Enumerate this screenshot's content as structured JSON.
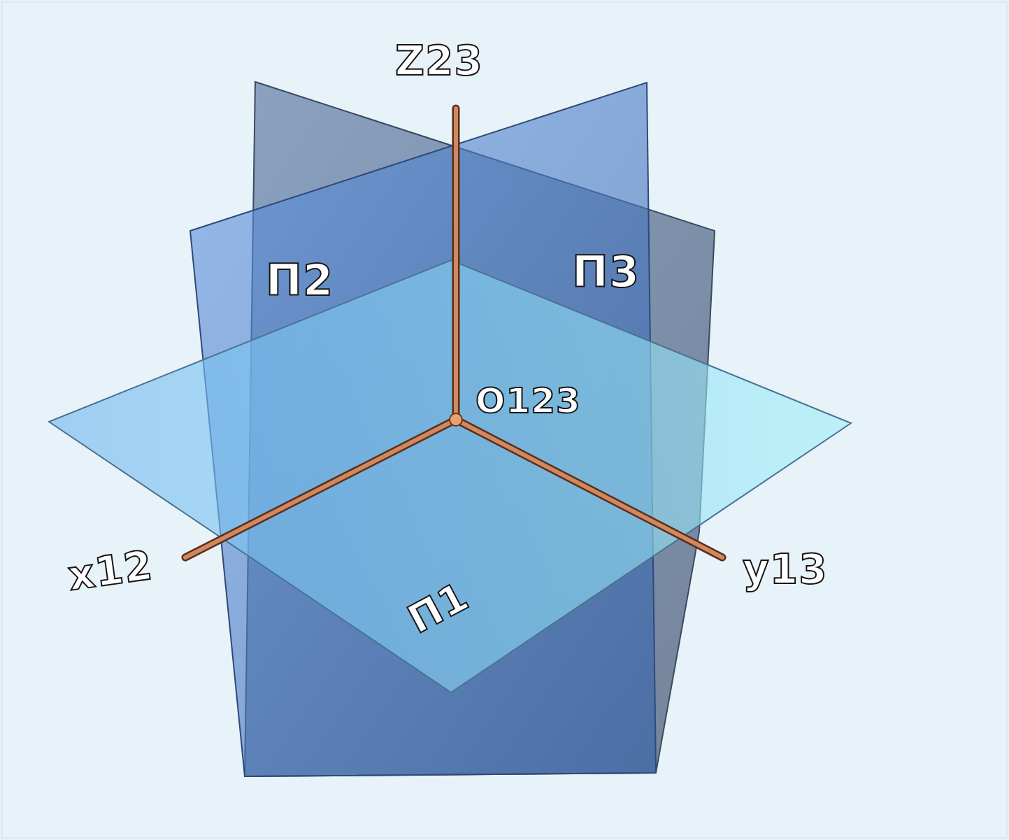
{
  "diagram": {
    "labels": [
      "Z23",
      "П2",
      "П3",
      "O123",
      "x12",
      "y13",
      "П1"
    ]
  }
}
